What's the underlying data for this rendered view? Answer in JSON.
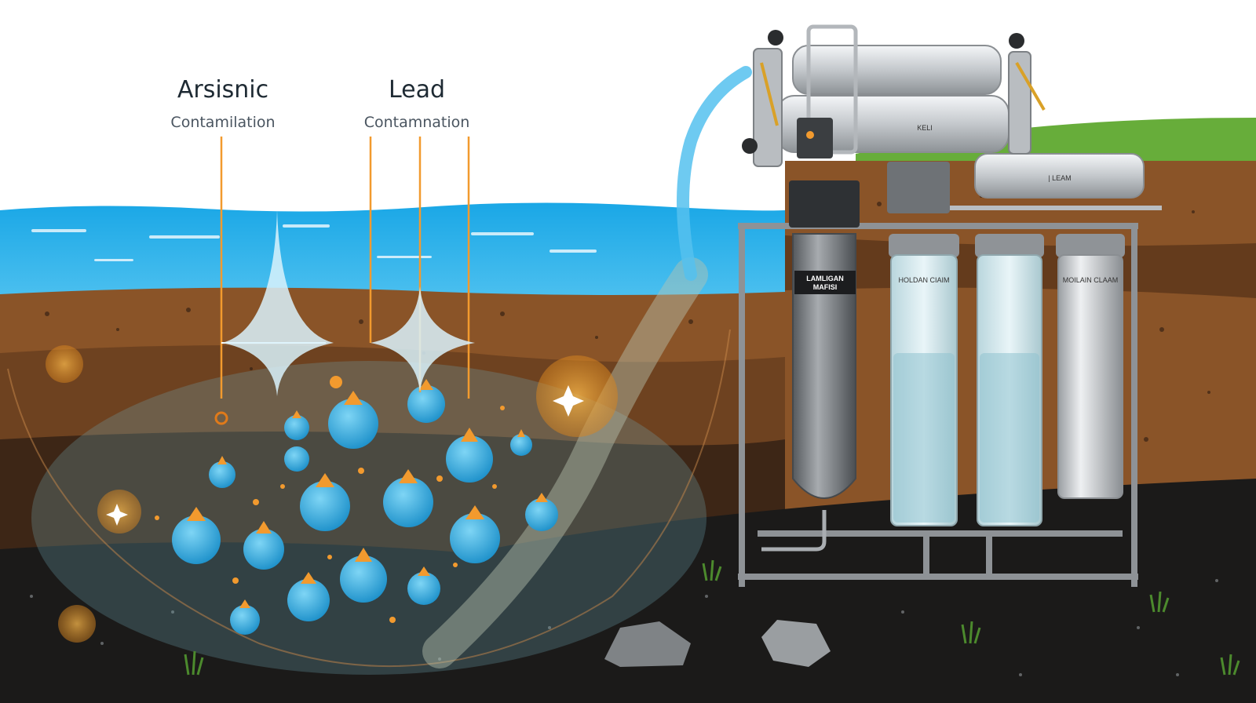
{
  "labels": {
    "arsenic_title": "Arsisnic",
    "arsenic_sub": "Contamilation",
    "lead_title": "Lead",
    "lead_sub": "Contamnation"
  },
  "filter_system": {
    "tank_top_label": "KELI",
    "tank_right_label": "| LEAM",
    "cartridge_1_label": "LAMLIGAN",
    "cartridge_1_sub": "MAFISI",
    "cartridge_2_label": "HOLDAN CIAIM",
    "cartridge_4_label": "MOILAIN CLAAM"
  },
  "colors": {
    "water": "#29a9e0",
    "soil_top": "#8a5428",
    "soil_dark": "#3d2616",
    "bedrock": "#1b1a19",
    "contaminant_orange": "#f29a2e",
    "grass": "#67ad3a",
    "steel": "#c9cdd1"
  }
}
